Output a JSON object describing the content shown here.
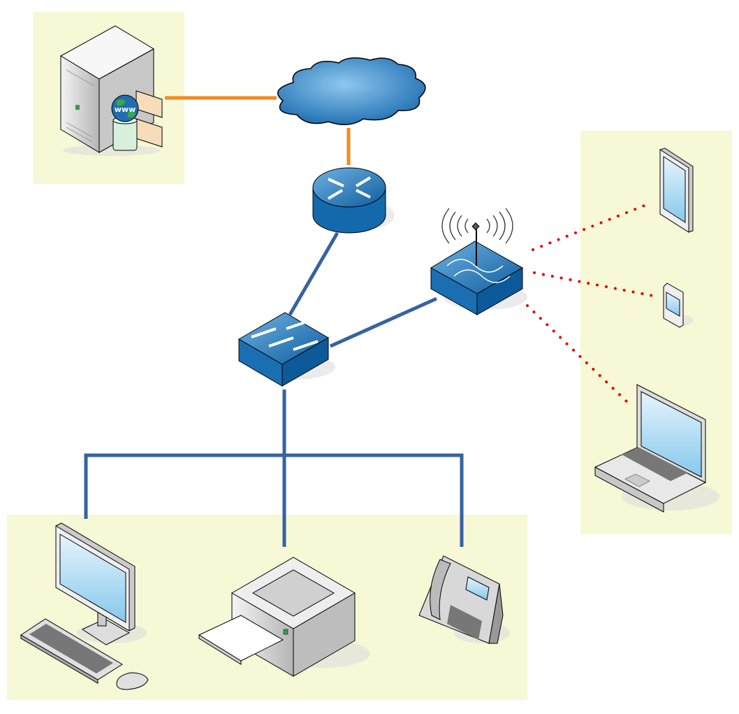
{
  "diagram": {
    "colors": {
      "zone_fill": "#f7f8d5",
      "wan_link": "#f5891f",
      "lan_link": "#3563a3",
      "wireless_link": "#e60000",
      "device_blue": "#1f6fb0"
    },
    "nodes": [
      {
        "id": "web-mail-server",
        "icon": "server-www-mail-icon",
        "label": "www"
      },
      {
        "id": "internet",
        "icon": "cloud-icon"
      },
      {
        "id": "router",
        "icon": "router-icon"
      },
      {
        "id": "switch",
        "icon": "switch-icon"
      },
      {
        "id": "wireless-access-point",
        "icon": "wireless-ap-icon"
      },
      {
        "id": "tablet",
        "icon": "tablet-icon"
      },
      {
        "id": "smartphone",
        "icon": "smartphone-icon"
      },
      {
        "id": "laptop",
        "icon": "laptop-icon"
      },
      {
        "id": "desktop-pc",
        "icon": "desktop-pc-icon"
      },
      {
        "id": "printer",
        "icon": "printer-icon"
      },
      {
        "id": "ip-phone",
        "icon": "ip-phone-icon"
      }
    ],
    "links": [
      {
        "from": "web-mail-server",
        "to": "internet",
        "type": "wan"
      },
      {
        "from": "internet",
        "to": "router",
        "type": "wan"
      },
      {
        "from": "router",
        "to": "switch",
        "type": "lan"
      },
      {
        "from": "switch",
        "to": "wireless-access-point",
        "type": "lan"
      },
      {
        "from": "switch",
        "to": "desktop-pc",
        "type": "lan"
      },
      {
        "from": "switch",
        "to": "printer",
        "type": "lan"
      },
      {
        "from": "switch",
        "to": "ip-phone",
        "type": "lan"
      },
      {
        "from": "wireless-access-point",
        "to": "tablet",
        "type": "wireless"
      },
      {
        "from": "wireless-access-point",
        "to": "smartphone",
        "type": "wireless"
      },
      {
        "from": "wireless-access-point",
        "to": "laptop",
        "type": "wireless"
      }
    ]
  }
}
